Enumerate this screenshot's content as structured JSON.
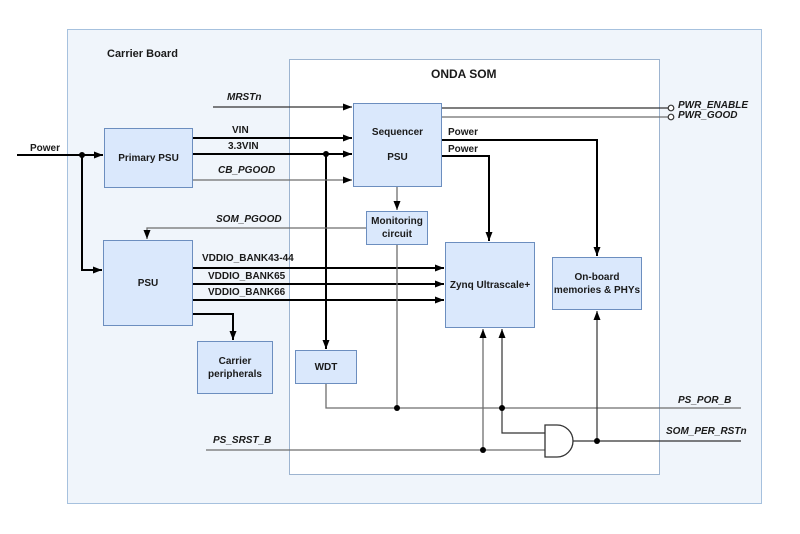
{
  "diagram": {
    "regions": {
      "carrier_board": {
        "label": "Carrier Board"
      },
      "onda_som": {
        "label": "ONDA SOM"
      }
    },
    "blocks": {
      "primary_psu": {
        "label": "Primary PSU"
      },
      "psu": {
        "label": "PSU"
      },
      "sequencer_psu": {
        "line1": "Sequencer",
        "line2": "PSU"
      },
      "monitoring_circuit": {
        "line1": "Monitoring",
        "line2": "circuit"
      },
      "zynq": {
        "label": "Zynq Ultrascale+"
      },
      "onboard_memories": {
        "line1": "On-board",
        "line2": "memories & PHYs"
      },
      "wdt": {
        "label": "WDT"
      },
      "carrier_peripherals": {
        "line1": "Carrier",
        "line2": "peripherals"
      }
    },
    "gate": {
      "type": "AND"
    },
    "signals": {
      "power_in": "Power",
      "mrstn": "MRSTn",
      "vin": "VIN",
      "vin33": "3.3VIN",
      "cb_pgood": "CB_PGOOD",
      "som_pgood": "SOM_PGOOD",
      "vddio_bank43_44": "VDDIO_BANK43-44",
      "vddio_bank65": "VDDIO_BANK65",
      "vddio_bank66": "VDDIO_BANK66",
      "power_to_memories": "Power",
      "power_to_zynq": "Power",
      "pwr_enable": "PWR_ENABLE",
      "pwr_good": "PWR_GOOD",
      "ps_por_b": "PS_POR_B",
      "ps_srst_b": "PS_SRST_B",
      "som_per_rstn": "SOM_PER_RSTn"
    },
    "colors": {
      "block_fill": "#dae8fc",
      "block_border": "#6c8ebf",
      "outer_fill": "#f0f5fb",
      "outer_border": "#a6c1de",
      "inner_fill": "#ffffff",
      "inner_border": "#9db4d0",
      "wire_power": "#000000",
      "wire_signal": "#6e6e6e",
      "wire_dark": "#333333",
      "text": "#1a1a1a"
    }
  }
}
